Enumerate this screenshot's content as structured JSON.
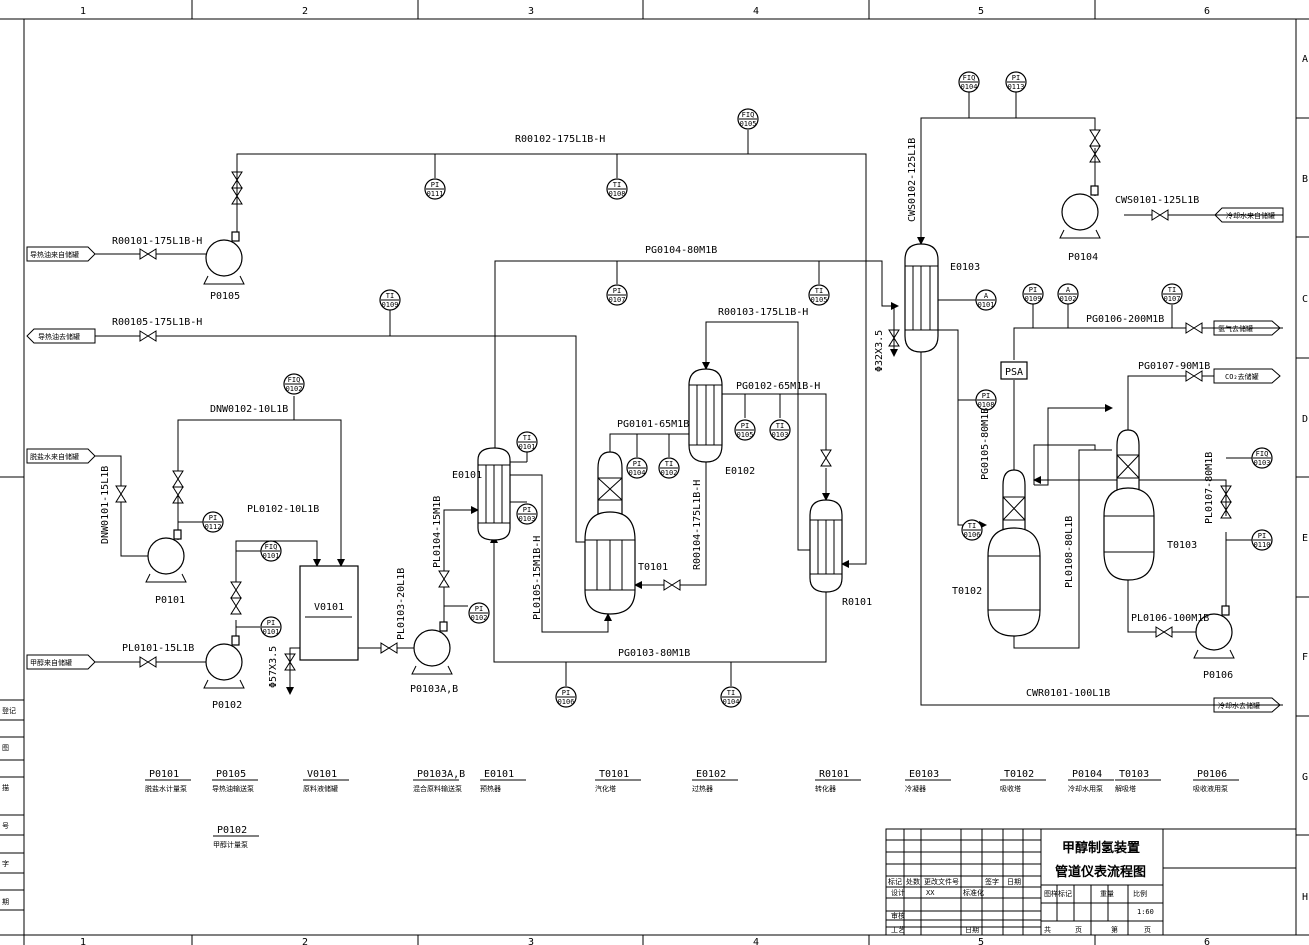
{
  "frame": {
    "columns": [
      "1",
      "2",
      "3",
      "4",
      "5",
      "6"
    ],
    "rows": [
      "A",
      "B",
      "C",
      "D",
      "E",
      "F",
      "G",
      "H"
    ],
    "left_strip": [
      "登记",
      "图",
      "描",
      "号",
      "字",
      "期"
    ]
  },
  "pipes": {
    "r00102": "R00102-175L1B-H",
    "r00101": "R00101-175L1B-H",
    "r00105": "R00105-175L1B-H",
    "r00103": "R00103-175L1B-H",
    "r00104": "R00104-175L1B-H",
    "pg0104": "PG0104-80M1B",
    "pg0101": "PG0101-65M1B",
    "pg0102": "PG0102-65M1B-H",
    "pg0103": "PG0103-80M1B",
    "pg0105": "PG0105-80M1B",
    "pg0106": "PG0106-200M1B",
    "pg0107": "PG0107-90M1B",
    "dnw0101": "DNW0101-15L1B",
    "dnw0102": "DNW0102-10L1B",
    "pl0101": "PL0101-15L1B",
    "pl0102": "PL0102-10L1B",
    "pl0103": "PL0103-20L1B",
    "pl0104": "PL0104-15M1B",
    "pl0105": "PL0105-15M1B-H",
    "pl0106": "PL0106-100M1B",
    "pl0107": "PL0107-80M1B",
    "pl0108": "PL0108-80L1B",
    "cws0101": "CWS0101-125L1B",
    "cws0102": "CWS0102-125L1B",
    "cwr0101": "CWR0101-100L1B",
    "d57": "Φ57X3.5",
    "d32": "Φ32X3.5"
  },
  "arrows": {
    "oil_in": "导热油来自储罐",
    "oil_out": "导热油去储罐",
    "water_in": "脱盐水来自储罐",
    "methanol_in": "甲醇来自储罐",
    "cw_in": "冷却水来自储罐",
    "h2_out": "氢气去储罐",
    "co2_out": "CO₂去储罐",
    "cw_out": "冷却水去储罐"
  },
  "equipment": {
    "P0105": "P0105",
    "P0101": "P0101",
    "P0102": "P0102",
    "V0101": "V0101",
    "P0103": "P0103A,B",
    "E0101": "E0101",
    "T0101": "T0101",
    "E0102": "E0102",
    "R0101": "R0101",
    "E0103": "E0103",
    "P0104": "P0104",
    "T0102": "T0102",
    "T0103": "T0103",
    "P0106": "P0106",
    "PSA": "PSA"
  },
  "instruments": [
    {
      "id": "fiq0105",
      "t": "FIQ",
      "n": "0105"
    },
    {
      "id": "pi0111",
      "t": "PI",
      "n": "0111"
    },
    {
      "id": "ti0108",
      "t": "TI",
      "n": "0108"
    },
    {
      "id": "pi0107",
      "t": "PI",
      "n": "0107"
    },
    {
      "id": "ti0105",
      "t": "TI",
      "n": "0105"
    },
    {
      "id": "ti0109",
      "t": "TI",
      "n": "0109"
    },
    {
      "id": "fiq0102",
      "t": "FIQ",
      "n": "0102"
    },
    {
      "id": "pi0112",
      "t": "PI",
      "n": "0112"
    },
    {
      "id": "fiq0101",
      "t": "FIQ",
      "n": "0101"
    },
    {
      "id": "pi0101",
      "t": "PI",
      "n": "0101"
    },
    {
      "id": "ti0101",
      "t": "TI",
      "n": "0101"
    },
    {
      "id": "pi0103",
      "t": "PI",
      "n": "0103"
    },
    {
      "id": "pi0102",
      "t": "PI",
      "n": "0102"
    },
    {
      "id": "pi0104",
      "t": "PI",
      "n": "0104"
    },
    {
      "id": "ti0102",
      "t": "TI",
      "n": "0102"
    },
    {
      "id": "pi0105",
      "t": "PI",
      "n": "0105"
    },
    {
      "id": "ti0103",
      "t": "TI",
      "n": "0103"
    },
    {
      "id": "pi0106",
      "t": "PI",
      "n": "0106"
    },
    {
      "id": "ti0104",
      "t": "TI",
      "n": "0104"
    },
    {
      "id": "fiq0104",
      "t": "FIQ",
      "n": "0104"
    },
    {
      "id": "pi0113",
      "t": "PI",
      "n": "0113"
    },
    {
      "id": "a0101",
      "t": "A",
      "n": "0101"
    },
    {
      "id": "pi0109",
      "t": "PI",
      "n": "0109"
    },
    {
      "id": "a0102",
      "t": "A",
      "n": "0102"
    },
    {
      "id": "ti0107",
      "t": "TI",
      "n": "0107"
    },
    {
      "id": "pi0108",
      "t": "PI",
      "n": "0108"
    },
    {
      "id": "ti0106",
      "t": "TI",
      "n": "0106"
    },
    {
      "id": "fiq0103",
      "t": "FIQ",
      "n": "0103"
    },
    {
      "id": "pi0110",
      "t": "PI",
      "n": "0110"
    }
  ],
  "legend": [
    {
      "tag": "P0101",
      "name": "脱盐水计量泵"
    },
    {
      "tag": "P0105",
      "name": "导热油输送泵"
    },
    {
      "tag": "P0102",
      "name": "甲醇计量泵"
    },
    {
      "tag": "V0101",
      "name": "原料液储罐"
    },
    {
      "tag": "P0103A,B",
      "name": "混合原料输送泵"
    },
    {
      "tag": "E0101",
      "name": "预热器"
    },
    {
      "tag": "T0101",
      "name": "汽化塔"
    },
    {
      "tag": "E0102",
      "name": "过热器"
    },
    {
      "tag": "R0101",
      "name": "转化器"
    },
    {
      "tag": "E0103",
      "name": "冷凝器"
    },
    {
      "tag": "T0102",
      "name": "吸收塔"
    },
    {
      "tag": "P0104",
      "name": "冷却水用泵"
    },
    {
      "tag": "T0103",
      "name": "解吸塔"
    },
    {
      "tag": "P0106",
      "name": "吸收液用泵"
    }
  ],
  "title_block": {
    "title1": "甲醇制氢装置",
    "title2": "管道仪表流程图",
    "h_mark": "标记",
    "h_count": "处数",
    "h_doc": "更改文件号",
    "h_sign": "签字",
    "h_date": "日期",
    "design": "设计",
    "designer": "XX",
    "std": "标准化",
    "review": "审核",
    "process": "工艺",
    "approve": "日期",
    "stage": "图样标记",
    "weight": "重量",
    "scale_h": "比例",
    "scale": "1:60",
    "total": "共",
    "sheet_word": "页",
    "page": "第",
    "page_word": "页"
  }
}
